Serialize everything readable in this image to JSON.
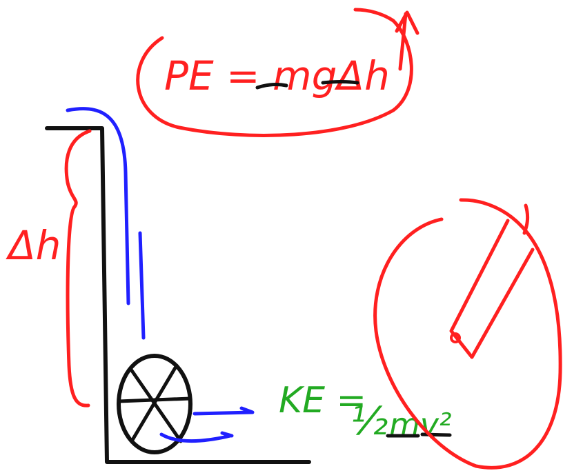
{
  "formula_pe": "PE = mgΔh",
  "formula_ke_prefix": "KE = ",
  "formula_ke_fraction": "½",
  "formula_ke_suffix": "mv²",
  "height_label": "Δh",
  "colors": {
    "red": "#ff2020",
    "blue": "#2020ff",
    "black": "#111111",
    "green": "#22aa22"
  }
}
